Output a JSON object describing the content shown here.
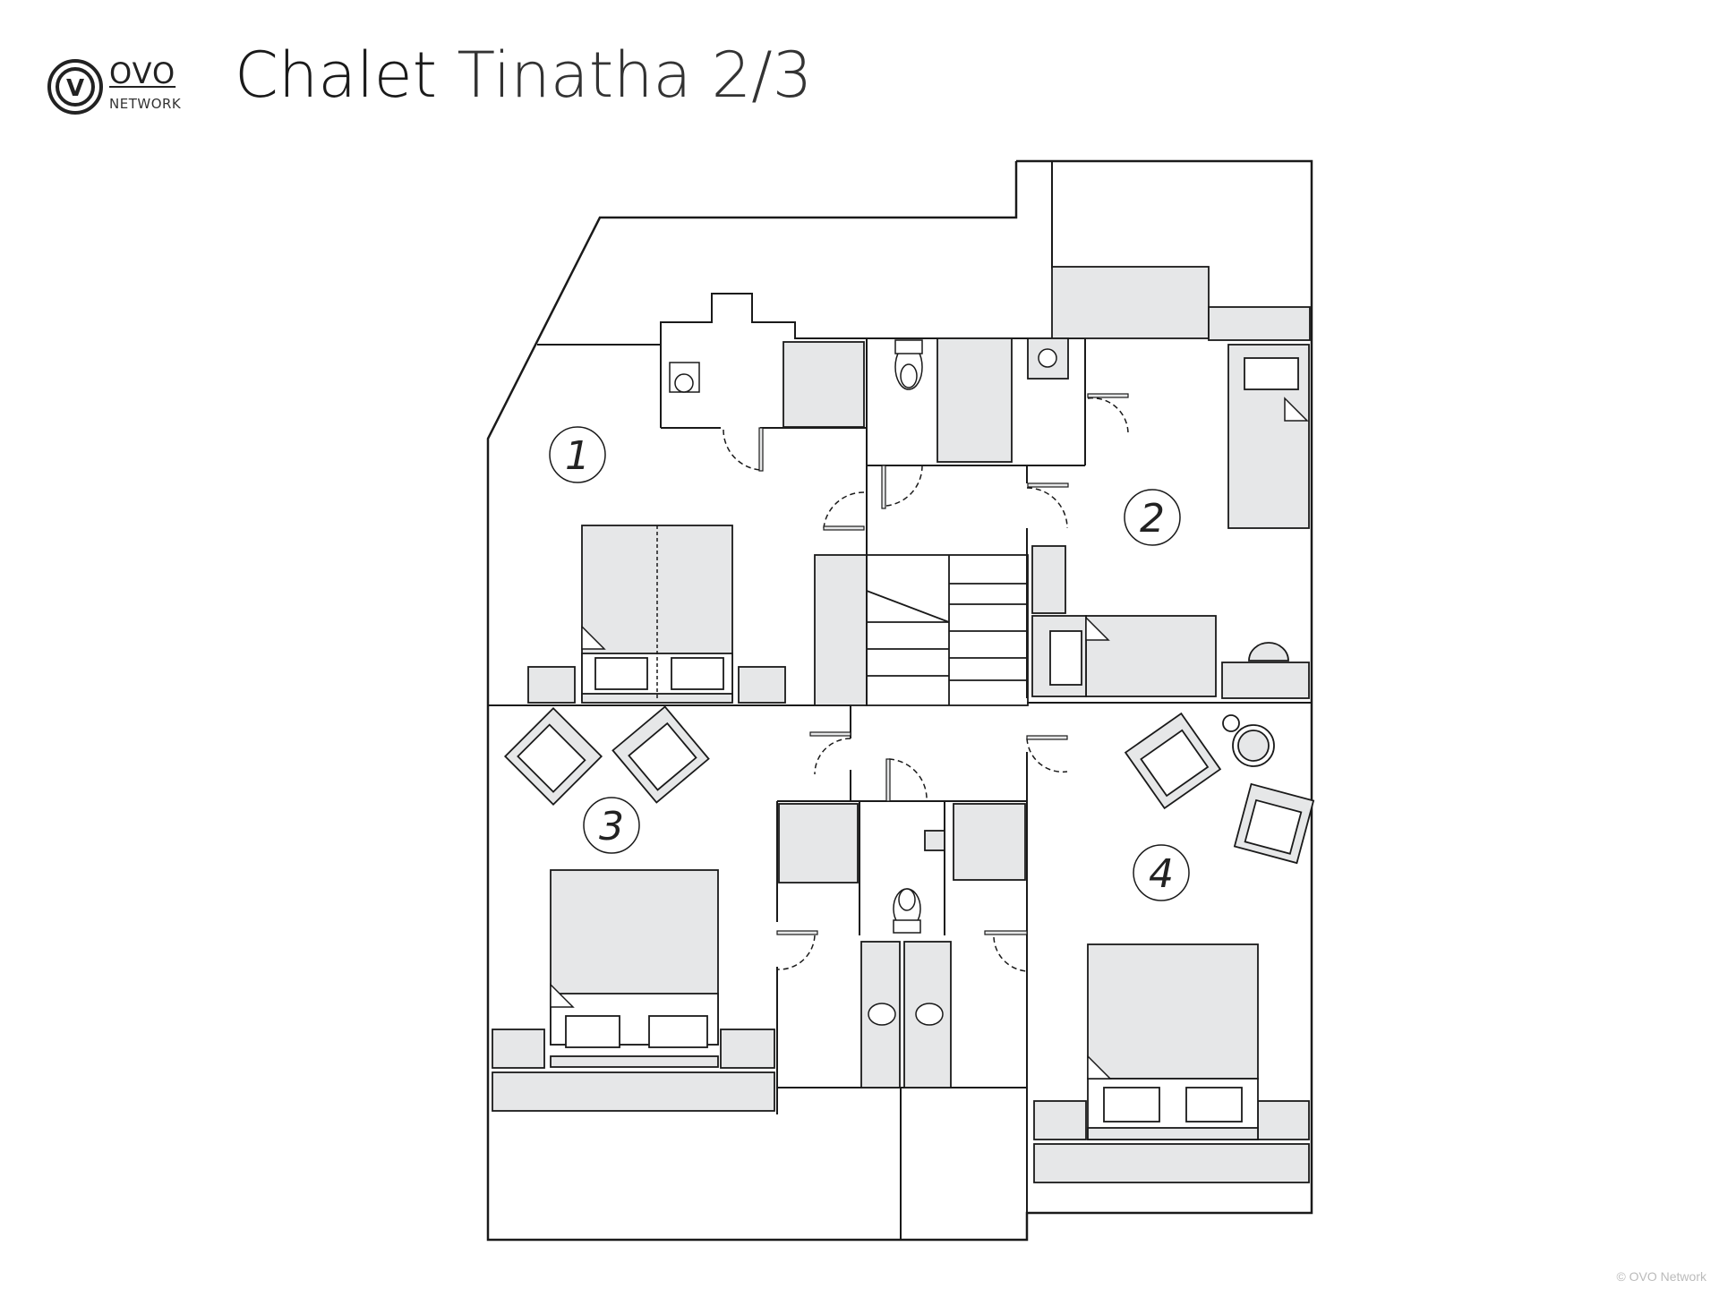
{
  "header": {
    "logo_word": "OVO",
    "logo_sub": "NETWORK",
    "logo_letter": "V",
    "title_part1": "Chalet",
    "title_part2": "Tinatha 2/3"
  },
  "rooms": [
    {
      "number": "1"
    },
    {
      "number": "2"
    },
    {
      "number": "3"
    },
    {
      "number": "4"
    }
  ],
  "footer": {
    "copyright": "© OVO Network"
  },
  "colors": {
    "wall": "#1a1a1a",
    "furniture_fill": "#e6e7e8",
    "background": "#ffffff"
  }
}
